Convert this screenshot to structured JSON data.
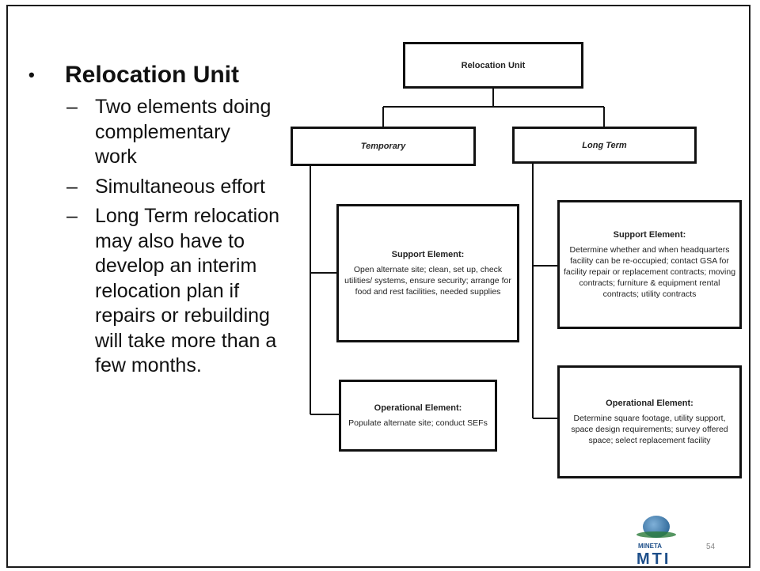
{
  "slide": {
    "bullet": "Relocation Unit",
    "sub_bullets": [
      "Two elements doing complementary work",
      "Simultaneous effort",
      "Long Term relocation may also have to develop an interim relocation plan if repairs or rebuilding will take more than a few months."
    ],
    "page_number": "54"
  },
  "diagram": {
    "root": "Relocation Unit",
    "temporary": {
      "label": "Temporary",
      "support": {
        "title": "Support Element:",
        "body": "Open alternate site; clean, set up, check utilities/ systems, ensure security; arrange for food and rest facilities, needed supplies"
      },
      "operational": {
        "title": "Operational Element:",
        "body": "Populate alternate site; conduct SEFs"
      }
    },
    "long_term": {
      "label": "Long Term",
      "support": {
        "title": "Support Element:",
        "body": "Determine whether and when headquarters facility can be re-occupied; contact GSA for facility repair or replacement contracts; moving contracts; furniture & equipment rental contracts; utility contracts"
      },
      "operational": {
        "title": "Operational Element:",
        "body": "Determine square footage, utility support, space design requirements; survey offered space; select replacement facility"
      }
    }
  },
  "logo": {
    "word": "MINETA",
    "abbr": "MTI"
  }
}
